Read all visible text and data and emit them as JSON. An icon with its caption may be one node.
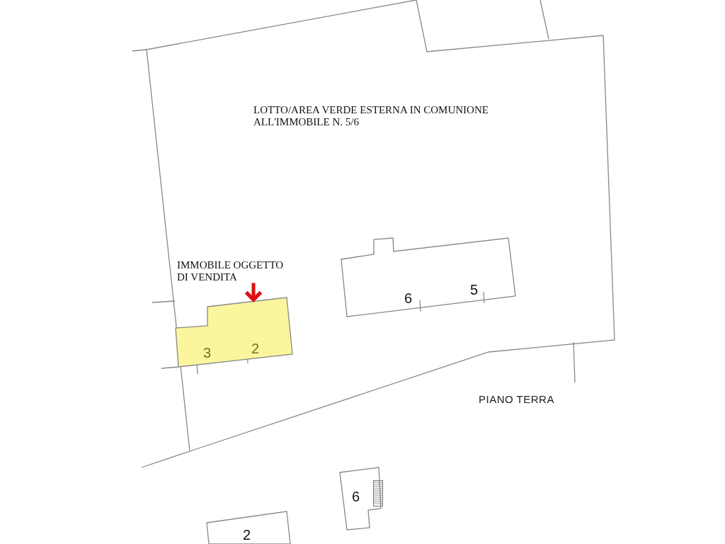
{
  "diagram": {
    "nodes": [
      {
        "text": [
          "LOTTO/AREA VERDE ESTERNA IN COMUNIONE ALL'IMMOBILE N. 5/6"
        ]
      },
      {
        "text": [
          "3",
          "2"
        ],
        "in": 0
      },
      {
        "text": [
          "6",
          "5"
        ],
        "in": 0
      },
      {
        "text": [
          "IMMOBILE OGGETTO DI VENDITA"
        ],
        "in": 0
      },
      {
        "text": [
          "6"
        ]
      },
      {
        "text": [
          "2"
        ]
      }
    ],
    "edges": [
      {
        "from": 3,
        "to": 1,
        "arrow": "to",
        "color": "#e01010"
      }
    ],
    "labels": [
      "PIANO TERRA"
    ]
  }
}
